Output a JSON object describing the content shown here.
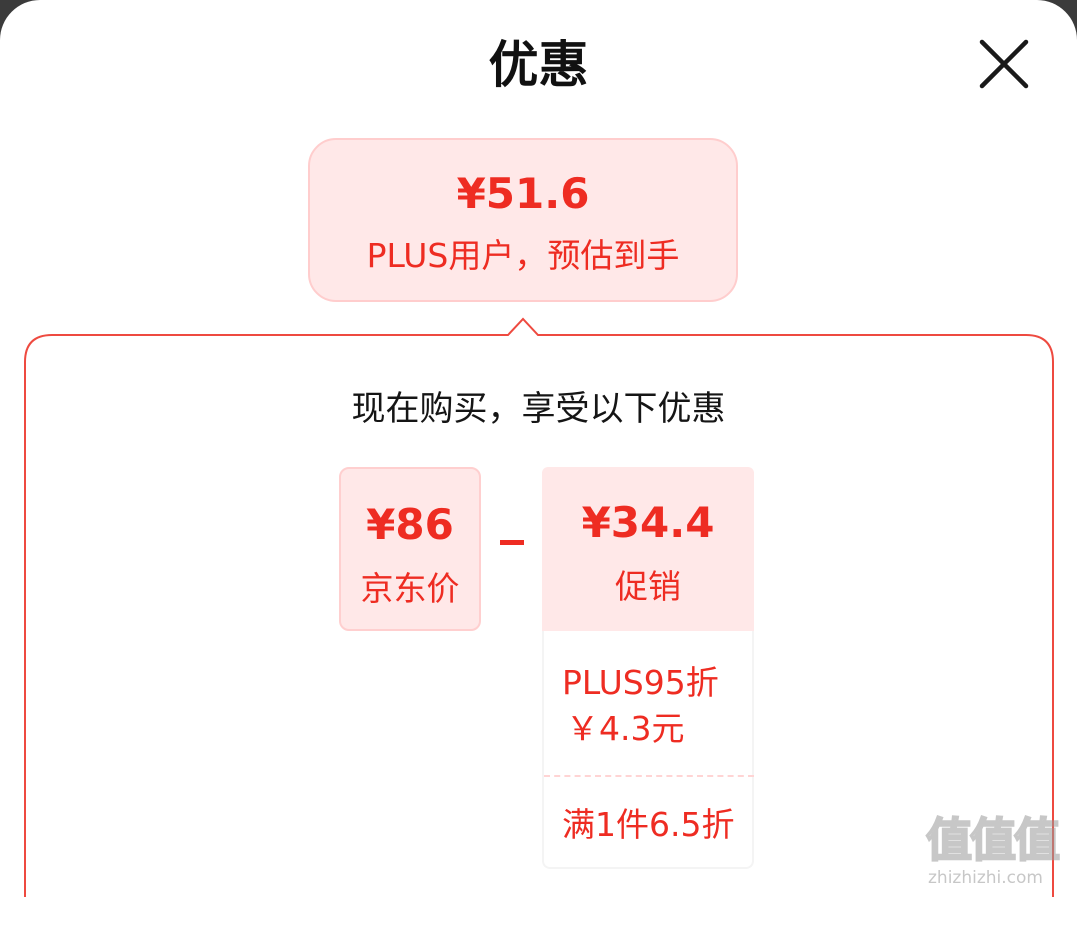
{
  "header": {
    "title": "优惠",
    "close_icon": "close-icon"
  },
  "estimate": {
    "price": "¥51.6",
    "label": "PLUS用户，预估到手"
  },
  "details": {
    "heading": "现在购买，享受以下优惠",
    "jd_price": {
      "price": "¥86",
      "label": "京东价"
    },
    "operator": "−",
    "promotion": {
      "price": "¥34.4",
      "label": "促销",
      "items": [
        {
          "line1": "PLUS95折",
          "line2": "￥4.3元"
        },
        {
          "line1": "满1件6.5折"
        }
      ]
    }
  },
  "watermark": {
    "glyphs": "值值值",
    "text": "zhizhizhi.com"
  },
  "colors": {
    "accent": "#ee2c22",
    "bubble_bg": "#ffe8e8",
    "bubble_border": "#ffcdcd"
  }
}
